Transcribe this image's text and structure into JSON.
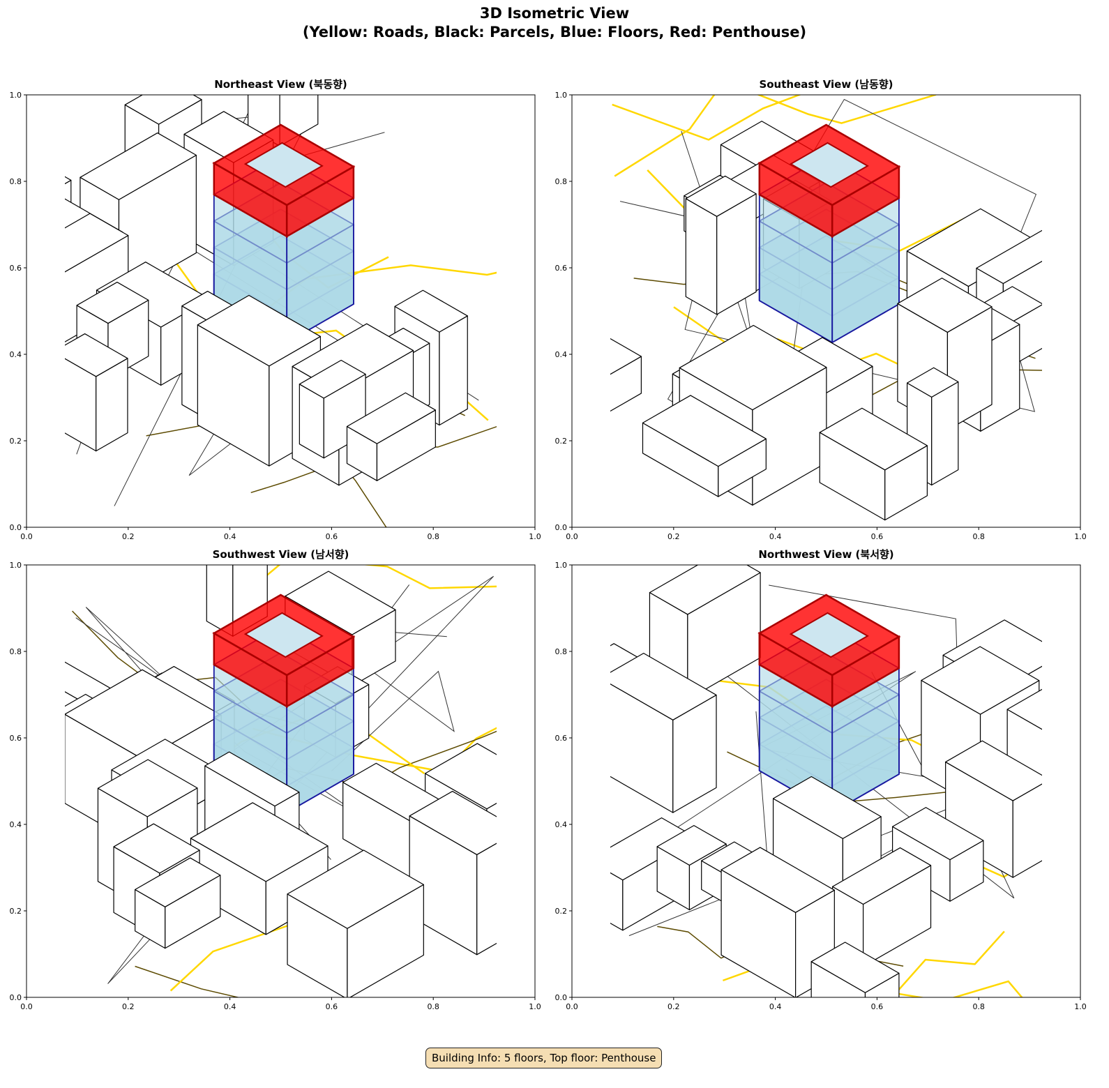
{
  "figure": {
    "title_line1": "3D Isometric View",
    "title_line2": "(Yellow: Roads, Black: Parcels, Blue: Floors, Red: Penthouse)",
    "info_box": "Building Info: 5 floors, Top floor: Penthouse"
  },
  "colors": {
    "roads": "#FFD700",
    "parcels": "#000000",
    "floors": "#add8e6",
    "floor_edges": "#1a1aa0",
    "penthouse": "#ff0000"
  },
  "chart_data": [
    {
      "type": "diagram",
      "title": "Northeast View (북동향)",
      "xlim": [
        0,
        1
      ],
      "ylim": [
        0,
        1
      ],
      "xticks": [
        "0.0",
        "0.2",
        "0.4",
        "0.6",
        "0.8",
        "1.0"
      ],
      "yticks": [
        "0.0",
        "0.2",
        "0.4",
        "0.6",
        "0.8",
        "1.0"
      ],
      "floors": 5
    },
    {
      "type": "diagram",
      "title": "Southeast View (남동향)",
      "xlim": [
        0,
        1
      ],
      "ylim": [
        0,
        1
      ],
      "xticks": [
        "0.0",
        "0.2",
        "0.4",
        "0.6",
        "0.8",
        "1.0"
      ],
      "yticks": [
        "0.0",
        "0.2",
        "0.4",
        "0.6",
        "0.8",
        "1.0"
      ],
      "floors": 5
    },
    {
      "type": "diagram",
      "title": "Southwest View (남서향)",
      "xlim": [
        0,
        1
      ],
      "ylim": [
        0,
        1
      ],
      "xticks": [
        "0.0",
        "0.2",
        "0.4",
        "0.6",
        "0.8",
        "1.0"
      ],
      "yticks": [
        "0.0",
        "0.2",
        "0.4",
        "0.6",
        "0.8",
        "1.0"
      ],
      "floors": 5
    },
    {
      "type": "diagram",
      "title": "Northwest View (북서향)",
      "xlim": [
        0,
        1
      ],
      "ylim": [
        0,
        1
      ],
      "xticks": [
        "0.0",
        "0.2",
        "0.4",
        "0.6",
        "0.8",
        "1.0"
      ],
      "yticks": [
        "0.0",
        "0.2",
        "0.4",
        "0.6",
        "0.8",
        "1.0"
      ],
      "floors": 5
    }
  ]
}
